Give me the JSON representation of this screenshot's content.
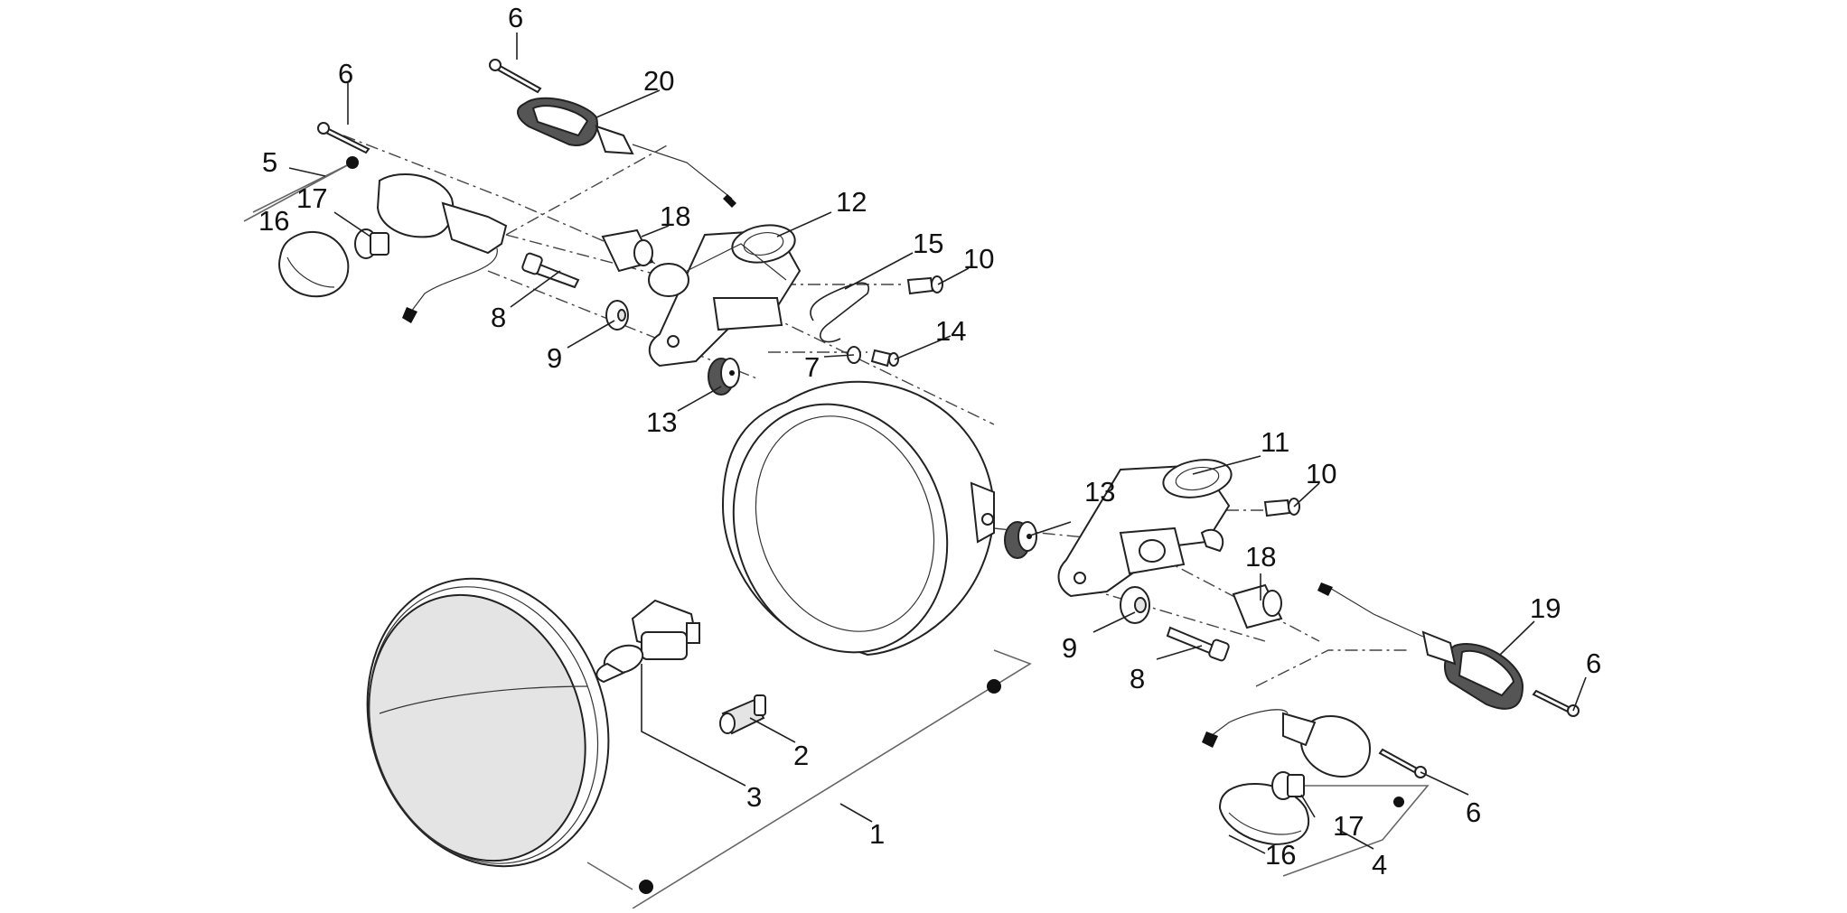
{
  "diagram": {
    "callouts": [
      {
        "id": "c-6a",
        "text": "6"
      },
      {
        "id": "c-20",
        "text": "20"
      },
      {
        "id": "c-6b",
        "text": "6"
      },
      {
        "id": "c-5",
        "text": "5"
      },
      {
        "id": "c-17a",
        "text": "17"
      },
      {
        "id": "c-16a",
        "text": "16"
      },
      {
        "id": "c-18a",
        "text": "18"
      },
      {
        "id": "c-12",
        "text": "12"
      },
      {
        "id": "c-15",
        "text": "15"
      },
      {
        "id": "c-10a",
        "text": "10"
      },
      {
        "id": "c-8a",
        "text": "8"
      },
      {
        "id": "c-14",
        "text": "14"
      },
      {
        "id": "c-9a",
        "text": "9"
      },
      {
        "id": "c-7",
        "text": "7"
      },
      {
        "id": "c-13a",
        "text": "13"
      },
      {
        "id": "c-11",
        "text": "11"
      },
      {
        "id": "c-10b",
        "text": "10"
      },
      {
        "id": "c-13b",
        "text": "13"
      },
      {
        "id": "c-18b",
        "text": "18"
      },
      {
        "id": "c-19",
        "text": "19"
      },
      {
        "id": "c-9b",
        "text": "9"
      },
      {
        "id": "c-8b",
        "text": "8"
      },
      {
        "id": "c-6c",
        "text": "6"
      },
      {
        "id": "c-2",
        "text": "2"
      },
      {
        "id": "c-3",
        "text": "3"
      },
      {
        "id": "c-6d",
        "text": "6"
      },
      {
        "id": "c-17b",
        "text": "17"
      },
      {
        "id": "c-1",
        "text": "1"
      },
      {
        "id": "c-16b",
        "text": "16"
      },
      {
        "id": "c-4",
        "text": "4"
      }
    ],
    "parts": [
      {
        "id": "p-headlight-rim",
        "icon": "headlight-rim-icon"
      },
      {
        "id": "p-headlight-shell",
        "icon": "headlight-shell-icon"
      },
      {
        "id": "p-bulb-h4",
        "icon": "bulb-icon"
      },
      {
        "id": "p-bulb-parking",
        "icon": "bulb-icon"
      },
      {
        "id": "p-bracket-left",
        "icon": "bracket-icon"
      },
      {
        "id": "p-bracket-right",
        "icon": "bracket-icon"
      },
      {
        "id": "p-indicator-front-left",
        "icon": "turn-signal-icon"
      },
      {
        "id": "p-indicator-rear-left",
        "icon": "turn-signal-icon"
      },
      {
        "id": "p-indicator-front-right",
        "icon": "turn-signal-icon"
      },
      {
        "id": "p-indicator-rear-right",
        "icon": "turn-signal-icon"
      }
    ],
    "colors": {
      "stroke": "#222222",
      "fill": "#ffffff",
      "shade": "#e4e4e4",
      "background": "#ffffff"
    }
  }
}
